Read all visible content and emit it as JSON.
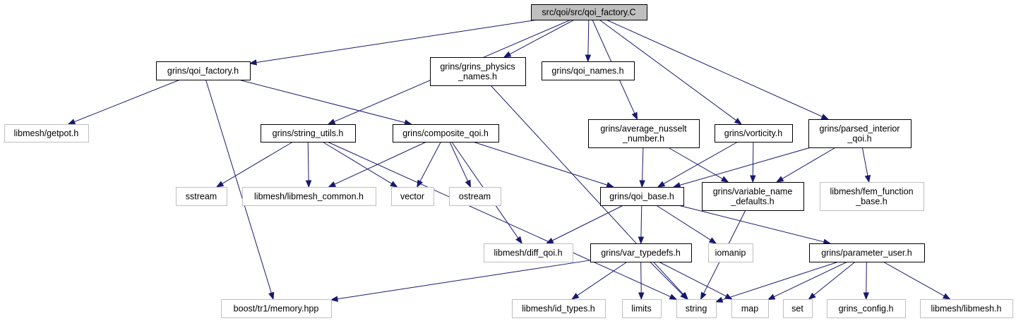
{
  "colors": {
    "edge": "#191970",
    "root_fill": "#bfbfbf",
    "local_border": "#000000",
    "external_border": "#bfbfbf"
  },
  "nodes": [
    {
      "id": "root",
      "lines": [
        "src/qoi/src/qoi_factory.C"
      ],
      "kind": "root"
    },
    {
      "id": "qoi_factory_h",
      "lines": [
        "grins/qoi_factory.h"
      ],
      "kind": "local"
    },
    {
      "id": "grins_physics_names",
      "lines": [
        "grins/grins_physics",
        "_names.h"
      ],
      "kind": "local"
    },
    {
      "id": "qoi_names",
      "lines": [
        "grins/qoi_names.h"
      ],
      "kind": "local"
    },
    {
      "id": "getpot",
      "lines": [
        "libmesh/getpot.h"
      ],
      "kind": "external"
    },
    {
      "id": "string_utils",
      "lines": [
        "grins/string_utils.h"
      ],
      "kind": "local"
    },
    {
      "id": "composite_qoi",
      "lines": [
        "grins/composite_qoi.h"
      ],
      "kind": "local"
    },
    {
      "id": "average_nusselt",
      "lines": [
        "grins/average_nusselt",
        "_number.h"
      ],
      "kind": "local"
    },
    {
      "id": "vorticity",
      "lines": [
        "grins/vorticity.h"
      ],
      "kind": "local"
    },
    {
      "id": "parsed_interior",
      "lines": [
        "grins/parsed_interior",
        "_qoi.h"
      ],
      "kind": "local"
    },
    {
      "id": "sstream",
      "lines": [
        "sstream"
      ],
      "kind": "external"
    },
    {
      "id": "libmesh_common",
      "lines": [
        "libmesh/libmesh_common.h"
      ],
      "kind": "external"
    },
    {
      "id": "vector",
      "lines": [
        "vector"
      ],
      "kind": "external"
    },
    {
      "id": "ostream",
      "lines": [
        "ostream"
      ],
      "kind": "external"
    },
    {
      "id": "qoi_base",
      "lines": [
        "grins/qoi_base.h"
      ],
      "kind": "local"
    },
    {
      "id": "variable_name_defaults",
      "lines": [
        "grins/variable_name",
        "_defaults.h"
      ],
      "kind": "local"
    },
    {
      "id": "fem_function_base",
      "lines": [
        "libmesh/fem_function",
        "_base.h"
      ],
      "kind": "external"
    },
    {
      "id": "diff_qoi",
      "lines": [
        "libmesh/diff_qoi.h"
      ],
      "kind": "external"
    },
    {
      "id": "var_typedefs",
      "lines": [
        "grins/var_typedefs.h"
      ],
      "kind": "local"
    },
    {
      "id": "iomanip",
      "lines": [
        "iomanip"
      ],
      "kind": "external"
    },
    {
      "id": "parameter_user",
      "lines": [
        "grins/parameter_user.h"
      ],
      "kind": "local"
    },
    {
      "id": "boost_memory",
      "lines": [
        "boost/tr1/memory.hpp"
      ],
      "kind": "external"
    },
    {
      "id": "id_types",
      "lines": [
        "libmesh/id_types.h"
      ],
      "kind": "external"
    },
    {
      "id": "limits",
      "lines": [
        "limits"
      ],
      "kind": "external"
    },
    {
      "id": "string",
      "lines": [
        "string"
      ],
      "kind": "external"
    },
    {
      "id": "map",
      "lines": [
        "map"
      ],
      "kind": "external"
    },
    {
      "id": "set",
      "lines": [
        "set"
      ],
      "kind": "external"
    },
    {
      "id": "grins_config",
      "lines": [
        "grins_config.h"
      ],
      "kind": "external"
    },
    {
      "id": "libmesh_libmesh",
      "lines": [
        "libmesh/libmesh.h"
      ],
      "kind": "external"
    }
  ],
  "edges": [
    [
      "root",
      "qoi_factory_h"
    ],
    [
      "root",
      "grins_physics_names"
    ],
    [
      "root",
      "qoi_names"
    ],
    [
      "root",
      "string_utils"
    ],
    [
      "root",
      "average_nusselt"
    ],
    [
      "root",
      "vorticity"
    ],
    [
      "root",
      "parsed_interior"
    ],
    [
      "qoi_factory_h",
      "getpot"
    ],
    [
      "qoi_factory_h",
      "composite_qoi"
    ],
    [
      "qoi_factory_h",
      "boost_memory"
    ],
    [
      "grins_physics_names",
      "string"
    ],
    [
      "string_utils",
      "sstream"
    ],
    [
      "string_utils",
      "libmesh_common"
    ],
    [
      "string_utils",
      "vector"
    ],
    [
      "string_utils",
      "string"
    ],
    [
      "composite_qoi",
      "libmesh_common"
    ],
    [
      "composite_qoi",
      "vector"
    ],
    [
      "composite_qoi",
      "ostream"
    ],
    [
      "composite_qoi",
      "qoi_base"
    ],
    [
      "composite_qoi",
      "diff_qoi"
    ],
    [
      "average_nusselt",
      "qoi_base"
    ],
    [
      "average_nusselt",
      "variable_name_defaults"
    ],
    [
      "vorticity",
      "qoi_base"
    ],
    [
      "vorticity",
      "variable_name_defaults"
    ],
    [
      "parsed_interior",
      "qoi_base"
    ],
    [
      "parsed_interior",
      "variable_name_defaults"
    ],
    [
      "parsed_interior",
      "fem_function_base"
    ],
    [
      "qoi_base",
      "diff_qoi"
    ],
    [
      "qoi_base",
      "var_typedefs"
    ],
    [
      "qoi_base",
      "iomanip"
    ],
    [
      "qoi_base",
      "parameter_user"
    ],
    [
      "variable_name_defaults",
      "string"
    ],
    [
      "var_typedefs",
      "boost_memory"
    ],
    [
      "var_typedefs",
      "id_types"
    ],
    [
      "var_typedefs",
      "limits"
    ],
    [
      "var_typedefs",
      "string"
    ],
    [
      "var_typedefs",
      "map"
    ],
    [
      "parameter_user",
      "string"
    ],
    [
      "parameter_user",
      "map"
    ],
    [
      "parameter_user",
      "set"
    ],
    [
      "parameter_user",
      "grins_config"
    ],
    [
      "parameter_user",
      "libmesh_libmesh"
    ]
  ]
}
